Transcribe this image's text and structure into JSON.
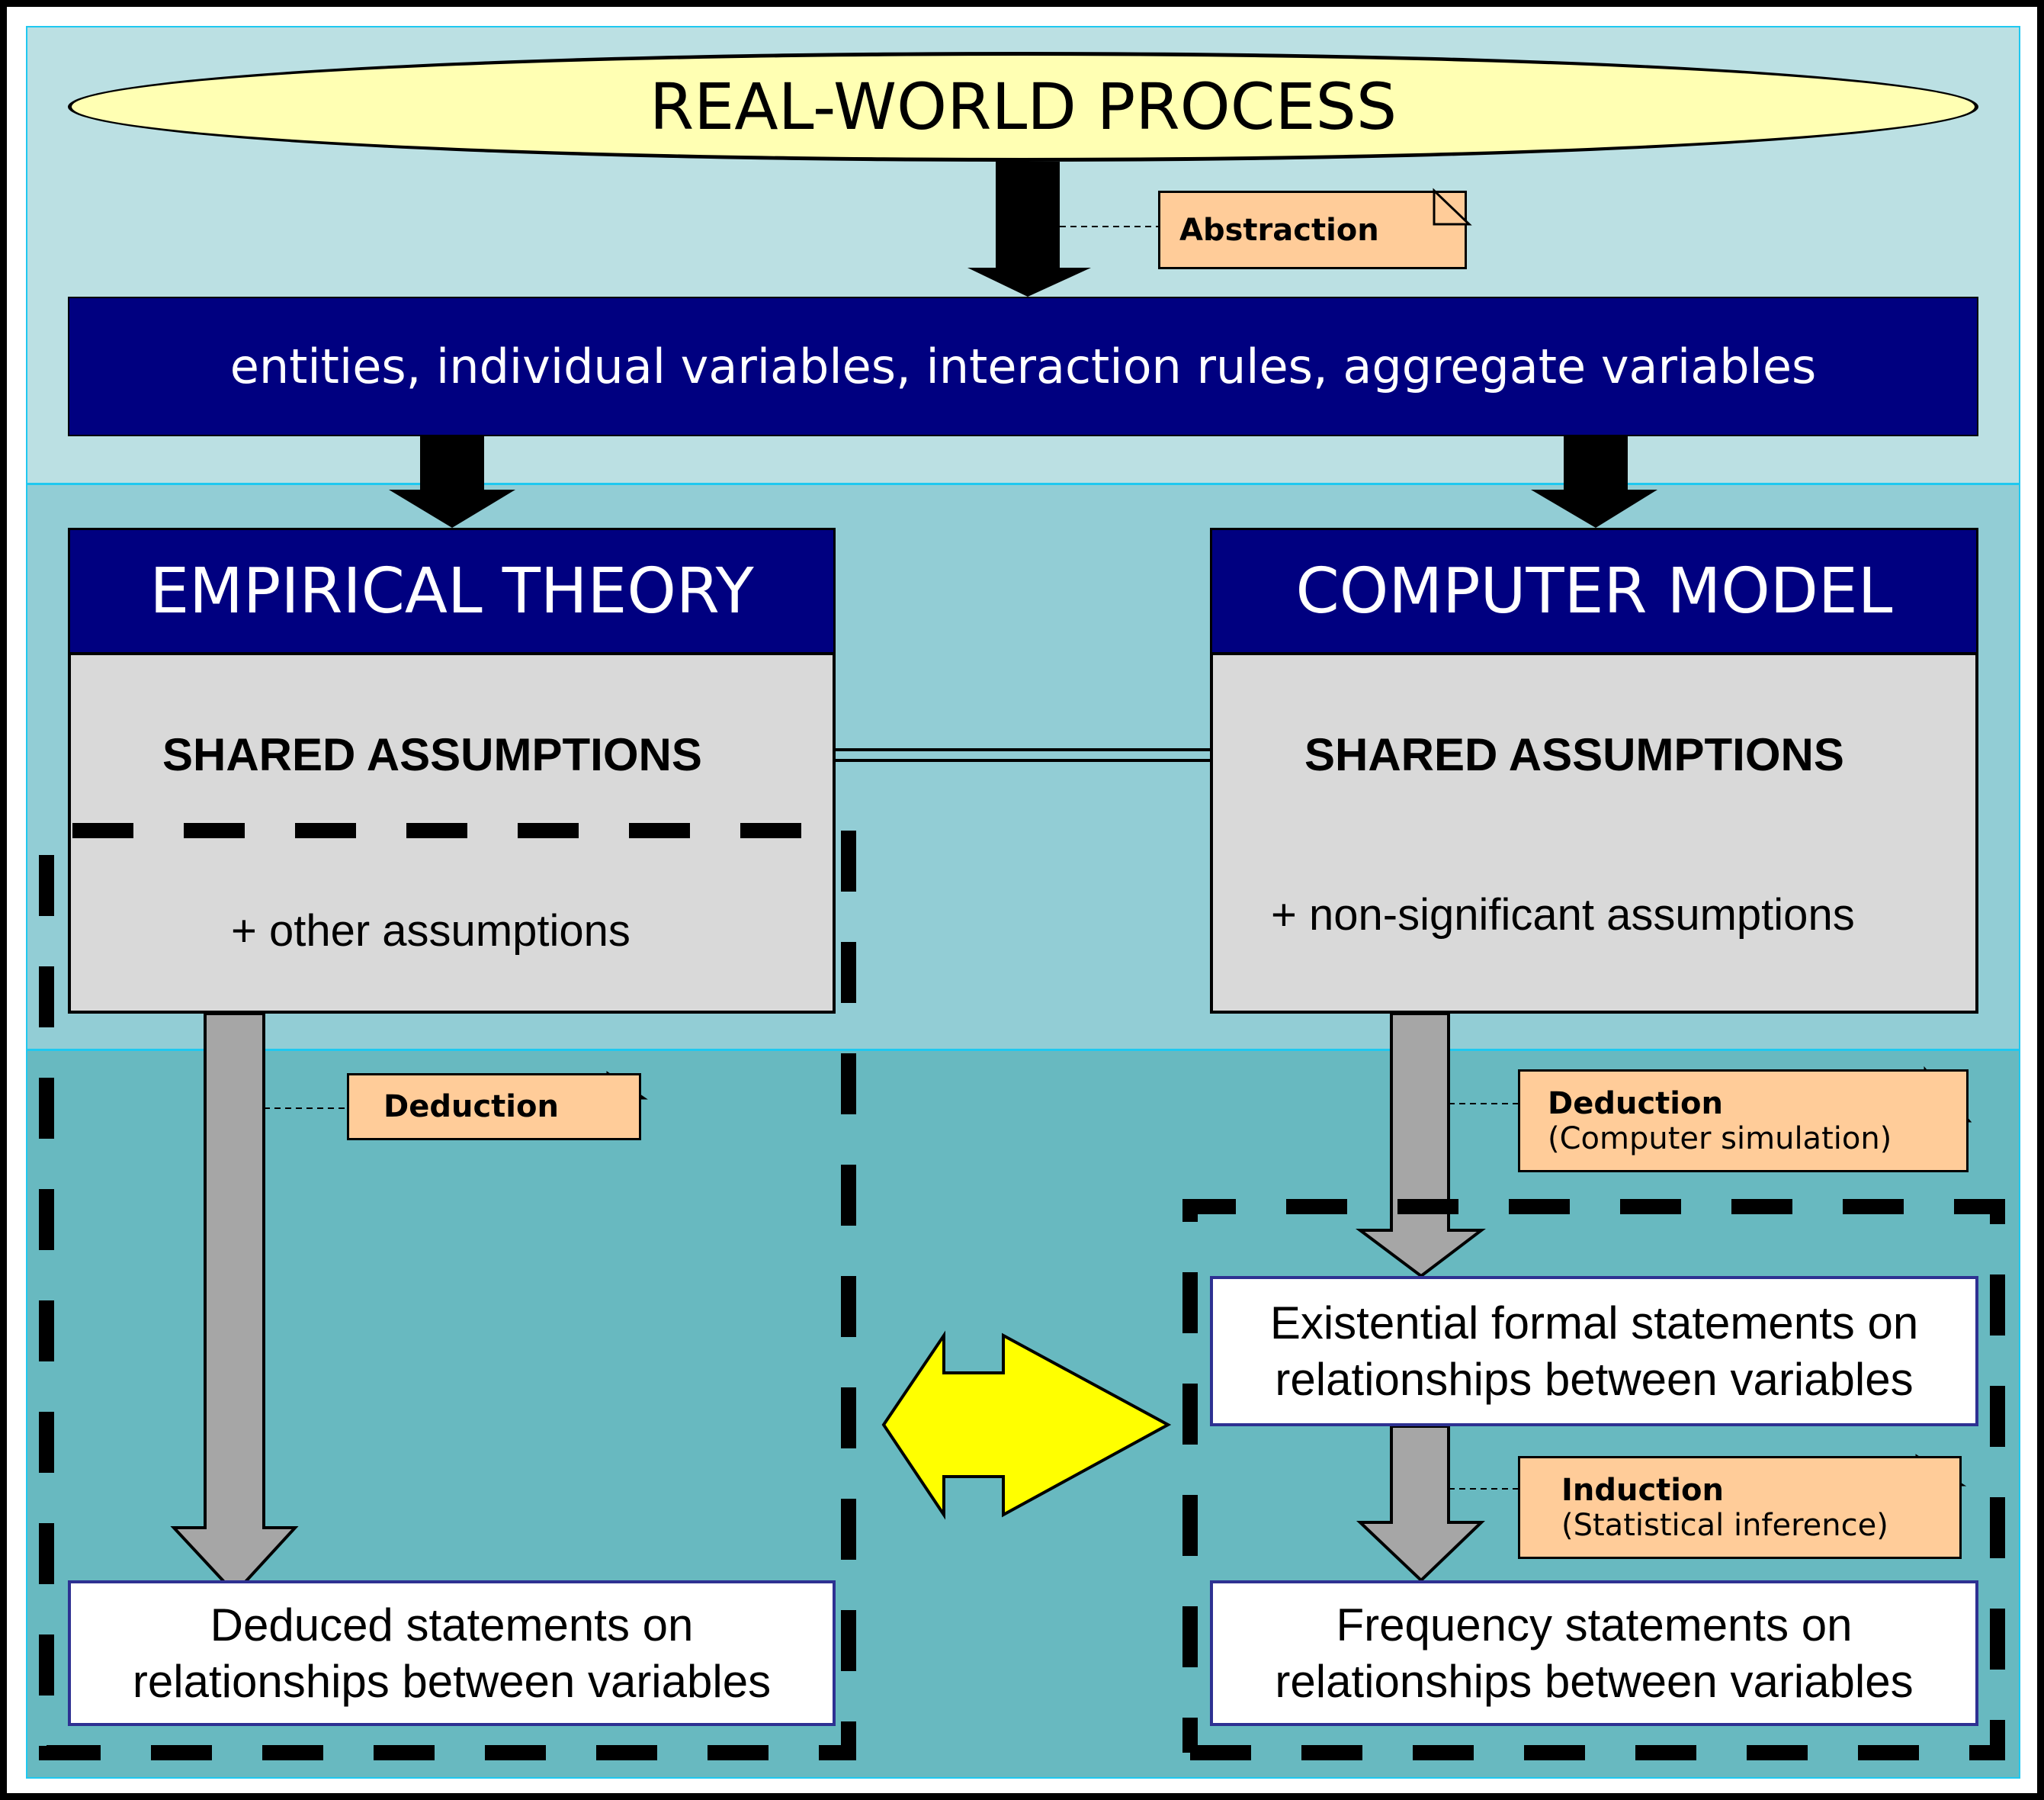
{
  "top": {
    "process_label": "REAL-WORLD PROCESS",
    "components_label": "entities, individual variables, interaction rules, aggregate variables",
    "abstraction_note": "Abstraction"
  },
  "left": {
    "header": "EMPIRICAL THEORY",
    "shared": "SHARED ASSUMPTIONS",
    "other": "+ other assumptions",
    "deduction_note": "Deduction",
    "result_line1": "Deduced statements on",
    "result_line2": "relationships between variables"
  },
  "right": {
    "header": "COMPUTER MODEL",
    "shared": "SHARED ASSUMPTIONS",
    "other": "+ non-significant assumptions",
    "deduction_note_title": "Deduction",
    "deduction_note_sub": "(Computer simulation)",
    "existential_line1": "Existential formal statements on",
    "existential_line2": "relationships between variables",
    "induction_note_title": "Induction",
    "induction_note_sub": "(Statistical inference)",
    "frequency_line1": "Frequency statements on",
    "frequency_line2": "relationships between variables"
  },
  "colors": {
    "band_top": "#bbe0e3",
    "band_middle": "#92cdd5",
    "band_bottom": "#68b9c0",
    "navy": "#000080",
    "ellipse_fill": "#ffffb3",
    "note_fill": "#ffcc99",
    "compare_arrow": "#ffff00",
    "gray_arrow": "#a6a6a6"
  }
}
